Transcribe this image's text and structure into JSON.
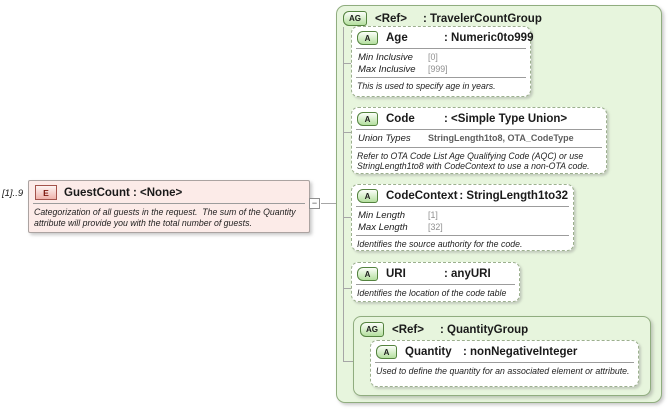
{
  "colors": {
    "group_fill": "#e7f5dd",
    "group_border": "#90ad7f",
    "attribute_border": "#9cb08e",
    "element_fill": "#fcebe8",
    "element_border": "#aba3a1",
    "icon_green_border": "#54833f",
    "icon_red_border": "#a3524a",
    "connector": "#a6a6a6",
    "facet_value_gray": "#8f8f8f"
  },
  "collapse_glyph": "−",
  "element": {
    "cardinality": "[1]..9",
    "icon": "E",
    "name": "GuestCount",
    "type": ": <None>",
    "annotation": "Categorization of all guests in the request.  The sum of the Quantity attribute will provide you with the total number of guests."
  },
  "group": {
    "icon": "AG",
    "name": "<Ref>",
    "type": ": TravelerCountGroup",
    "attributes": [
      {
        "icon": "A",
        "name": "Age",
        "type": ": Numeric0to999",
        "facets": [
          {
            "label": "Min Inclusive",
            "value": "[0]"
          },
          {
            "label": "Max Inclusive",
            "value": "[999]"
          }
        ],
        "annotation": "This is used to specify age in years."
      },
      {
        "icon": "A",
        "name": "Code",
        "type": ": <Simple Type Union>",
        "facets": [
          {
            "label": "Union Types",
            "value": "StringLength1to8, OTA_CodeType"
          }
        ],
        "annotation": "Refer to OTA Code List Age Qualifying Code (AQC) or use StringLength1to8 with CodeContext to use a non-OTA code."
      },
      {
        "icon": "A",
        "name": "CodeContext",
        "type": ": StringLength1to32",
        "facets": [
          {
            "label": "Min Length",
            "value": "[1]"
          },
          {
            "label": "Max Length",
            "value": "[32]"
          }
        ],
        "annotation": "Identifies the source authority for the code."
      },
      {
        "icon": "A",
        "name": "URI",
        "type": ": anyURI",
        "annotation": "Identifies the location of the code table"
      }
    ],
    "nested_group": {
      "icon": "AG",
      "name": "<Ref>",
      "type": ": QuantityGroup",
      "attribute": {
        "icon": "A",
        "name": "Quantity",
        "type": ": nonNegativeInteger",
        "annotation": "Used to define the quantity for an associated element or attribute."
      }
    }
  }
}
